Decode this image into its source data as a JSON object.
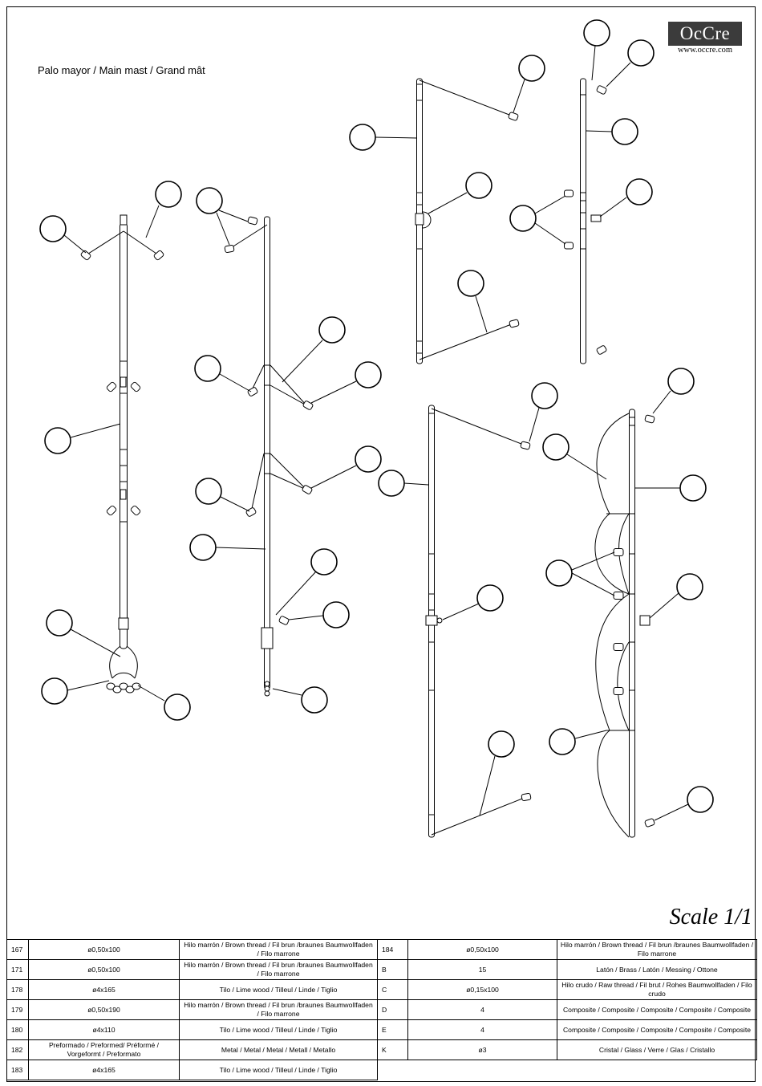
{
  "header": {
    "title": "Palo mayor / Main mast / Grand mât",
    "logo_text": "OcCre",
    "logo_url": "www.occre.com"
  },
  "footer": {
    "scale": "Scale 1/1"
  },
  "colors": {
    "line": "#000000",
    "logo_bg": "#3b3b3b",
    "logo_text": "#ffffff"
  },
  "parts": {
    "left": [
      {
        "ref": "167",
        "size": "ø0,50x100",
        "material": "Hilo marrón / Brown thread / Fil  brun /braunes Baumwollfaden / Filo marrone"
      },
      {
        "ref": "171",
        "size": "ø0,50x100",
        "material": "Hilo marrón / Brown thread / Fil  brun /braunes Baumwollfaden / Filo marrone"
      },
      {
        "ref": "178",
        "size": "ø4x165",
        "material": "Tilo / Lime wood / Tilleul / Linde / Tiglio"
      },
      {
        "ref": "179",
        "size": "ø0,50x190",
        "material": "Hilo marrón / Brown thread / Fil  brun /braunes Baumwollfaden / Filo marrone"
      },
      {
        "ref": "180",
        "size": "ø4x110",
        "material": "Tilo / Lime wood / Tilleul / Linde / Tiglio"
      },
      {
        "ref": "182",
        "size": "Preformado / Preformed/ Préformé / Vorgeformt / Preformato",
        "material": "Metal / Metal / Metal / Metall / Metallo"
      },
      {
        "ref": "183",
        "size": "ø4x165",
        "material": "Tilo / Lime wood / Tilleul / Linde / Tiglio"
      }
    ],
    "right": [
      {
        "ref": "184",
        "size": "ø0,50x100",
        "material": "Hilo marrón / Brown thread / Fil  brun /braunes Baumwollfaden / Filo marrone"
      },
      {
        "ref": "B",
        "size": "15",
        "material": "Latón / Brass / Latón / Messing / Ottone"
      },
      {
        "ref": "C",
        "size": "ø0,15x100",
        "material": "Hilo crudo / Raw thread / Fil brut / Rohes Baumwollfaden / Filo crudo"
      },
      {
        "ref": "D",
        "size": "4",
        "material": "Composite / Composite / Composite / Composite / Composite"
      },
      {
        "ref": "E",
        "size": "4",
        "material": "Composite / Composite / Composite / Composite / Composite"
      },
      {
        "ref": "K",
        "size": "ø3",
        "material": "Cristal / Glass / Verre / Glas / Cristallo"
      }
    ]
  }
}
